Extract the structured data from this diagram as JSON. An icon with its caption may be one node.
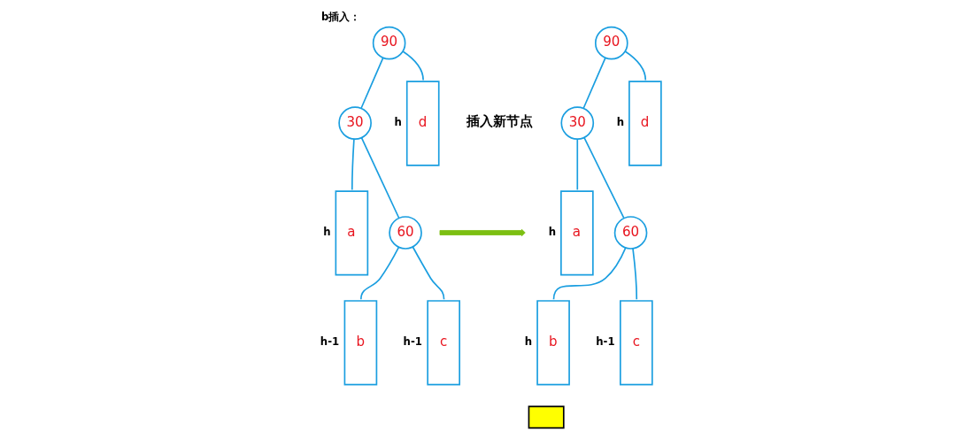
{
  "diagram": {
    "title": "b插入：",
    "nodes": [
      {
        "text": [
          "90"
        ]
      },
      {
        "text": [
          "30"
        ]
      },
      {
        "text": [
          "d"
        ],
        "beside": [
          "h"
        ]
      },
      {
        "text": [
          "a"
        ],
        "beside": [
          "h"
        ]
      },
      {
        "text": [
          "60"
        ]
      },
      {
        "text": [
          "b"
        ],
        "beside": [
          "h-1"
        ]
      },
      {
        "text": [
          "c"
        ],
        "beside": [
          "h-1"
        ]
      },
      {
        "text": [
          "90"
        ]
      },
      {
        "text": [
          "30"
        ]
      },
      {
        "text": [
          "d"
        ],
        "beside": [
          "h"
        ]
      },
      {
        "text": [
          "a"
        ],
        "beside": [
          "h"
        ]
      },
      {
        "text": [
          "60"
        ]
      },
      {
        "text": [
          "b"
        ],
        "beside": [
          "h"
        ]
      },
      {
        "text": [
          "c"
        ],
        "beside": [
          "h-1"
        ]
      },
      {
        "text": [],
        "shape": "box"
      }
    ],
    "edges": [
      {
        "from": 0,
        "to": 1,
        "arrow": "none"
      },
      {
        "from": 0,
        "to": 2,
        "arrow": "none"
      },
      {
        "from": 1,
        "to": 3,
        "arrow": "none"
      },
      {
        "from": 1,
        "to": 4,
        "arrow": "none"
      },
      {
        "from": 4,
        "to": 5,
        "arrow": "none"
      },
      {
        "from": 4,
        "to": 6,
        "arrow": "none"
      },
      {
        "from": 7,
        "to": 8,
        "arrow": "none"
      },
      {
        "from": 7,
        "to": 9,
        "arrow": "none"
      },
      {
        "from": 8,
        "to": 10,
        "arrow": "none"
      },
      {
        "from": 8,
        "to": 11,
        "arrow": "none"
      },
      {
        "from": 11,
        "to": 12,
        "arrow": "none"
      },
      {
        "from": 11,
        "to": 13,
        "arrow": "none"
      }
    ],
    "labels": [
      "插入新节点"
    ]
  }
}
